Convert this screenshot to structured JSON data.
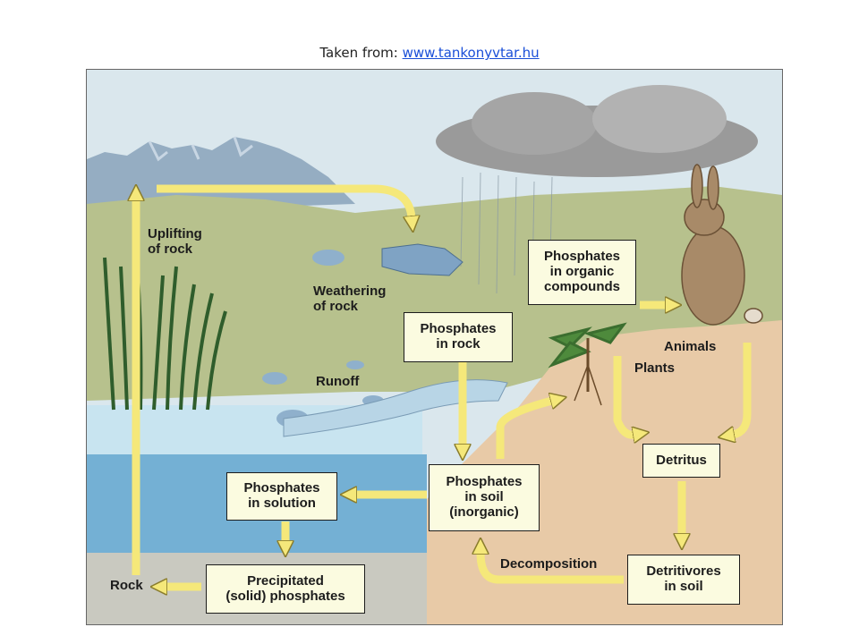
{
  "caption": {
    "prefix": "Taken from: ",
    "link_text": "www.tankonyvtar.hu"
  },
  "diagram": {
    "boxes": {
      "phosphates_in_rock": "Phosphates\nin rock",
      "phosphates_organic": "Phosphates\nin organic\ncompounds",
      "phosphates_in_soil": "Phosphates\nin soil\n(inorganic)",
      "phosphates_in_solution": "Phosphates\nin solution",
      "precipitated_phosphates": "Precipitated\n(solid) phosphates",
      "detritus": "Detritus",
      "detritivores_in_soil": "Detritivores\nin soil"
    },
    "labels": {
      "uplifting_of_rock": "Uplifting\nof rock",
      "weathering_of_rock": "Weathering\nof rock",
      "runoff": "Runoff",
      "animals": "Animals",
      "plants": "Plants",
      "decomposition": "Decomposition",
      "rock": "Rock"
    },
    "colors": {
      "arrow": "#f5e87a",
      "arrow_edge": "#8a7d2e",
      "box_fill": "#fbfbe0",
      "sky": "#d9e8ee",
      "land": "#b6c08c",
      "soil": "#e8c9a6",
      "water": "#7fb5d6"
    }
  }
}
